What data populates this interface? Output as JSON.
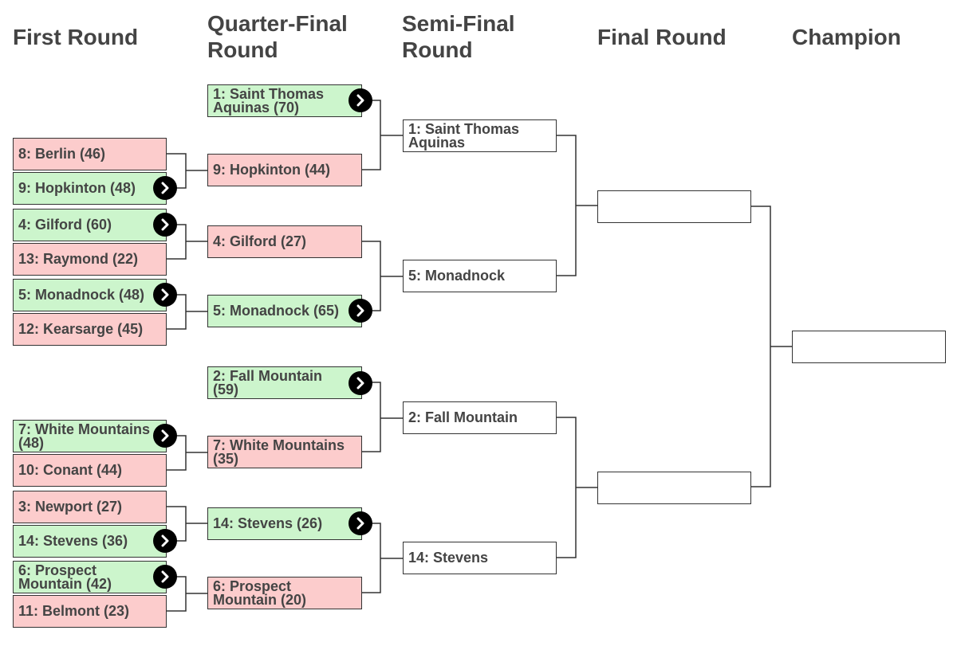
{
  "rounds": {
    "first": "First Round",
    "quarter": "Quarter-Final Round",
    "semi": "Semi-Final Round",
    "final": "Final Round",
    "champion": "Champion"
  },
  "first_round": [
    {
      "label": "8: Berlin (46)",
      "status": "lose"
    },
    {
      "label": "9: Hopkinton (48)",
      "status": "win"
    },
    {
      "label": "4: Gilford (60)",
      "status": "win"
    },
    {
      "label": "13: Raymond (22)",
      "status": "lose"
    },
    {
      "label": "5: Monadnock (48)",
      "status": "win"
    },
    {
      "label": "12: Kearsarge (45)",
      "status": "lose"
    },
    {
      "label": "7: White Mountains (48)",
      "status": "win"
    },
    {
      "label": "10: Conant (44)",
      "status": "lose"
    },
    {
      "label": "3: Newport (27)",
      "status": "lose"
    },
    {
      "label": "14: Stevens (36)",
      "status": "win"
    },
    {
      "label": "6: Prospect Mountain (42)",
      "status": "win"
    },
    {
      "label": "11: Belmont (23)",
      "status": "lose"
    }
  ],
  "quarter_final": [
    {
      "label": "1: Saint Thomas Aquinas (70)",
      "status": "win"
    },
    {
      "label": "9: Hopkinton (44)",
      "status": "lose"
    },
    {
      "label": "4: Gilford (27)",
      "status": "lose"
    },
    {
      "label": "5: Monadnock (65)",
      "status": "win"
    },
    {
      "label": "2: Fall Mountain (59)",
      "status": "win"
    },
    {
      "label": "7: White Mountains (35)",
      "status": "lose"
    },
    {
      "label": "14: Stevens (26)",
      "status": "win"
    },
    {
      "label": "6: Prospect Mountain (20)",
      "status": "lose"
    }
  ],
  "semi_final": [
    {
      "label": "1: Saint Thomas Aquinas",
      "status": "pending"
    },
    {
      "label": "5: Monadnock",
      "status": "pending"
    },
    {
      "label": "2: Fall Mountain",
      "status": "pending"
    },
    {
      "label": "14: Stevens",
      "status": "pending"
    }
  ],
  "final_round": [
    {
      "label": "",
      "status": "empty"
    },
    {
      "label": "",
      "status": "empty"
    }
  ],
  "champion": {
    "label": "",
    "status": "empty"
  },
  "colors": {
    "win": "#ccf5cc",
    "lose": "#fccccc",
    "line": "#333333",
    "header_text": "#444444"
  },
  "advance_icon": "chevron-right-icon"
}
